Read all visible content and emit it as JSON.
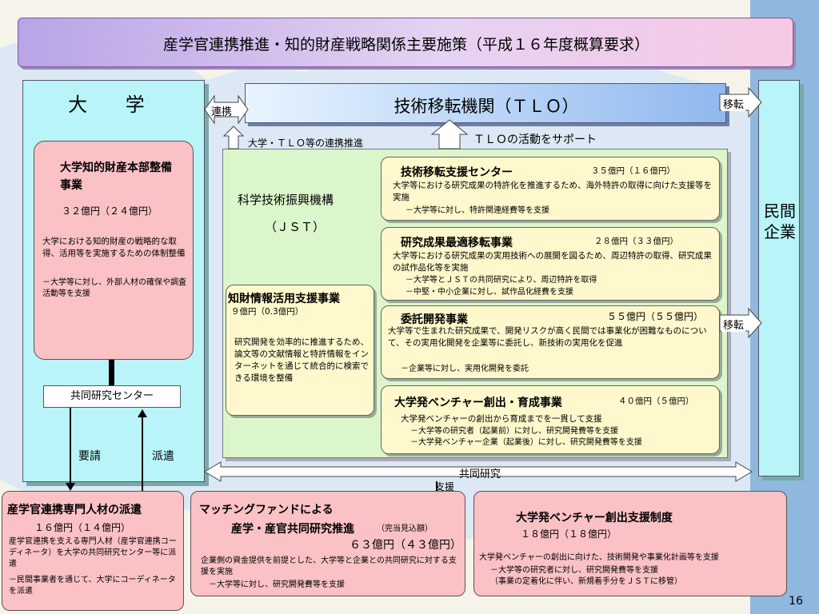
{
  "title": "産学官連携推進・知的財産戦略関係主要施策（平成１６年度概算要求）",
  "university": {
    "label": "大 学"
  },
  "minkan": {
    "label": "民間企業"
  },
  "tlo": {
    "label": "技術移転機関（ＴＬＯ）"
  },
  "renkei": "連携",
  "iten1": "移転",
  "iten2": "移転",
  "tlo_support": "ＴＬＯの活動をサポート",
  "univ_tlo_promo": "大学・ＴＬＯ等の連携推進",
  "ip_hq": {
    "title": "大学知的財産本部整備事業",
    "amount": "３２億円（２４億円）",
    "desc": "大学における知的財産の戦略的な取得、活用等を実施するための体制整備",
    "sub": "－大学等に対し、外部人材の確保や調査活動等を支援"
  },
  "joint_center": "共同研究センター",
  "yousei": "要請",
  "haken": "派遣",
  "jst": {
    "name": "科学技術振興機構",
    "abbr": "（ＪＳＴ）"
  },
  "chizai": {
    "title": "知財情報活用支援事業",
    "amount": "９億円（0.3億円）",
    "desc": "研究開発を効率的に推進するため、論文等の文献情報と特許情報をインターネットを通じて統合的に検索できる環境を整備"
  },
  "gijutsu_center": {
    "title": "技術移転支援センター",
    "amount": "３５億円（１６億円）",
    "desc": "大学等における研究成果の特許化を推進するため、海外特許の取得に向けた支援等を実施",
    "sub": "－大学等に対し、特許関連経費等を支援"
  },
  "saiteki": {
    "title": "研究成果最適移転事業",
    "amount": "２８億円（３３億円）",
    "desc": "大学等における研究成果の実用技術への展開を図るため、周辺特許の取得、研究成果の試作品化等を実施",
    "sub1": "－大学等とＪＳＴの共同研究により、周辺特許を取得",
    "sub2": "－中堅・中小企業に対し、試作品化経費を支援"
  },
  "itaku": {
    "title": "委託開発事業",
    "amount": "５５億円（５５億円）",
    "desc": "大学等で生まれた研究成果で、開発リスクが高く民間では事業化が困難なものについて、その実用化開発を企業等に委託し、新技術の実用化を促進",
    "sub": "－企業等に対し、実用化開発を委託"
  },
  "venture_jst": {
    "title": "大学発ベンチャー創出・育成事業",
    "amount": "４０億円（５億円）",
    "desc": "大学発ベンチャーの創出から育成までを一貫して支援",
    "sub1": "－大学等の研究者（起業前）に対し、研究開発費等を支援",
    "sub2": "－大学発ベンチャー企業（起業後）に対し、研究開発費等を支援"
  },
  "kyodo": "共同研究",
  "shien": "支援",
  "haken_box": {
    "title": "産学官連携専門人材の派遣",
    "amount": "１６億円（１４億円）",
    "desc": "産学官連携を支える専門人材（産学官連携コーディネータ）を大学の共同研究センター等に派遣",
    "sub": "－民間事業者を通じて、大学にコーディネータを派遣"
  },
  "matching": {
    "title1": "マッチングファンドによる",
    "title2": "産学・産官共同研究推進",
    "note": "（完当見込額）",
    "amount": "６３億円（４３億円）",
    "desc": "企業側の資金提供を前提とした、大学等と企業との共同研究に対する支援を実施",
    "sub": "－大学等に対し、研究開発費等を支援"
  },
  "venture_sys": {
    "title": "大学発ベンチャー創出支援制度",
    "amount": "１８億円（１８億円）",
    "desc": "大学発ベンチャーの創出に向けた、技術開発や事業化計画等を支援",
    "sub1": "－大学等の研究者に対し、研究開発費等を支援",
    "sub2": "（事業の定着化に伴い、新規着手分をＪＳＴに移管）"
  },
  "page": "16",
  "colors": {
    "banner": "#c9b4ec",
    "pink": "#fbc2c6",
    "cyan": "#b8f4f8",
    "green": "#dcf6cc",
    "yellow": "#fff8cc"
  }
}
